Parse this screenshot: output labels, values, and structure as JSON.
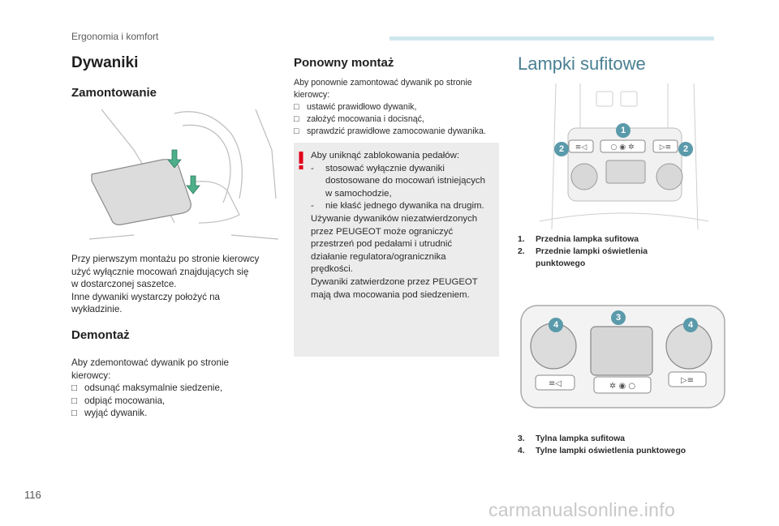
{
  "header": {
    "section_title": "Ergonomia i komfort",
    "accent_color": "#cfe7ec"
  },
  "left": {
    "title": "Dywaniki",
    "installation": {
      "heading": "Zamontowanie",
      "paragraph1_line1": "Przy pierwszym montażu po stronie kierowcy",
      "paragraph1_line2": "użyć wyłącznie mocowań znajdujących się",
      "paragraph1_line3": "w dostarczonej saszetce.",
      "paragraph2_line1": "Inne dywaniki wystarczy położyć na",
      "paragraph2_line2": "wykładzinie."
    },
    "removal": {
      "heading": "Demontaż",
      "intro_line1": "Aby zdemontować dywanik po stronie",
      "intro_line2": "kierowcy:",
      "steps": [
        "odsunąć maksymalnie siedzenie,",
        "odpiąć mocowania,",
        "wyjąć dywanik."
      ]
    }
  },
  "middle": {
    "heading": "Ponowny montaż",
    "intro_line1": "Aby ponownie zamontować dywanik po stronie",
    "intro_line2": "kierowcy:",
    "steps": [
      "ustawić prawidłowo dywanik,",
      "założyć mocowania i docisnąć,",
      "sprawdzić prawidłowe zamocowanie dywanika."
    ],
    "warning": {
      "intro": "Aby uniknąć zablokowania pedałów:",
      "dash1_line1": "stosować wyłącznie dywaniki",
      "dash1_line2": "dostosowane do mocowań istniejących",
      "dash1_line3": "w samochodzie,",
      "dash2": "nie kłaść jednego dywanika na drugim.",
      "para1_line1": "Używanie dywaników niezatwierdzonych",
      "para1_line2": "przez PEUGEOT może ograniczyć",
      "para1_line3": "przestrzeń pod pedałami i utrudnić",
      "para1_line4": "działanie regulatora/ogranicznika",
      "para1_line5": "prędkości.",
      "para2_line1": "Dywaniki zatwierdzone przez PEUGEOT",
      "para2_line2": "mają dwa mocowania pod siedzeniem.",
      "warning_color": "#e2001a"
    }
  },
  "right": {
    "title": "Lampki sufitowe",
    "title_color": "#4a7f92",
    "badge_color": "#5a9aaa",
    "front_legend": [
      {
        "num": "1.",
        "line1": "Przednia lampka sufitowa",
        "line2": ""
      },
      {
        "num": "2.",
        "line1": "Przednie lampki oświetlenia",
        "line2": "punktowego"
      }
    ],
    "rear_legend": [
      {
        "num": "3.",
        "line1": "Tylna lampka sufitowa"
      },
      {
        "num": "4.",
        "line1": "Tylne lampki oświetlenia punktowego"
      }
    ],
    "front_badges": [
      "1",
      "2",
      "2"
    ],
    "rear_badges": [
      "3",
      "4",
      "4"
    ]
  },
  "footer": {
    "page_number": "116",
    "watermark": "carmanualsonline.info"
  }
}
